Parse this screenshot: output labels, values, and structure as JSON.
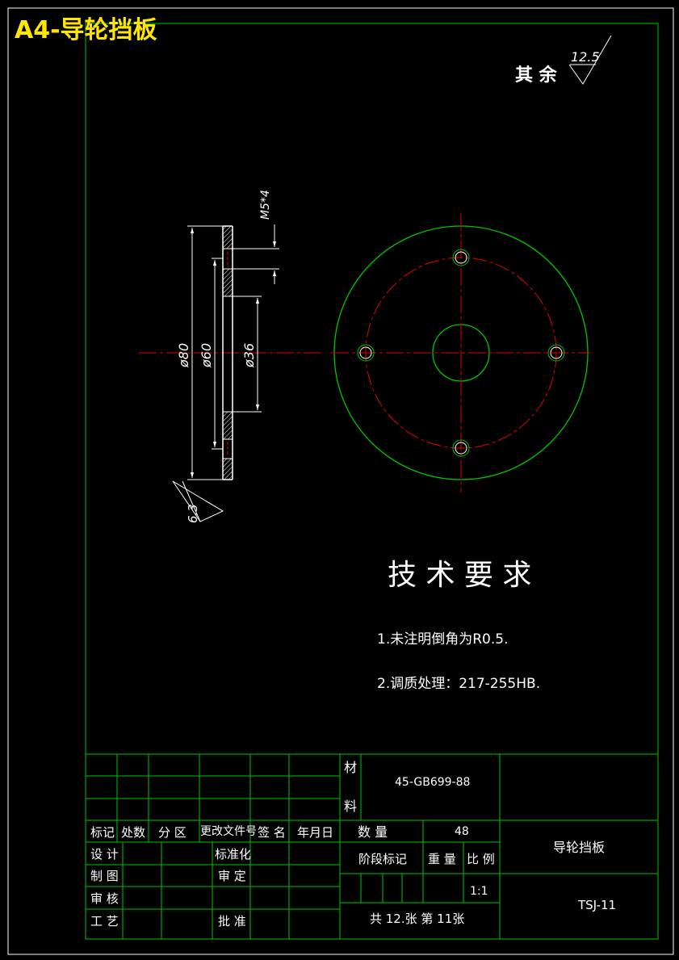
{
  "sheet_title": "A4-导轮挡板",
  "roughness": {
    "general_label": "其 余",
    "general_value": "12.5",
    "face_value": "6.3"
  },
  "dimensions": {
    "thread": "M5*4",
    "outer_dia": "ø80",
    "mid_dia": "ø60",
    "inner_dia": "ø36"
  },
  "tech": {
    "heading": "技 术 要 求",
    "note1": "1.未注明倒角为R0.5.",
    "note2": "2.调质处理：217-255HB."
  },
  "title_block": {
    "material_label_1": "材",
    "material_label_2": "料",
    "material": "45-GB699-88",
    "headers": [
      "标记",
      "处数",
      "分 区",
      "更改文件号",
      "签 名",
      "年月日"
    ],
    "design": "设 计",
    "draw": "制 图",
    "review": "审 核",
    "craft": "工 艺",
    "standardize": "标准化",
    "approve_check": "审 定",
    "approve": "批 准",
    "quantity_label": "数        量",
    "quantity": "48",
    "stage_label": "阶段标记",
    "weight_label": "重 量",
    "scale_label": "比 例",
    "scale": "1:1",
    "sheets": "共 12.张 第 11张",
    "part_name": "导轮挡板",
    "drawing_no": "TSJ-11"
  }
}
